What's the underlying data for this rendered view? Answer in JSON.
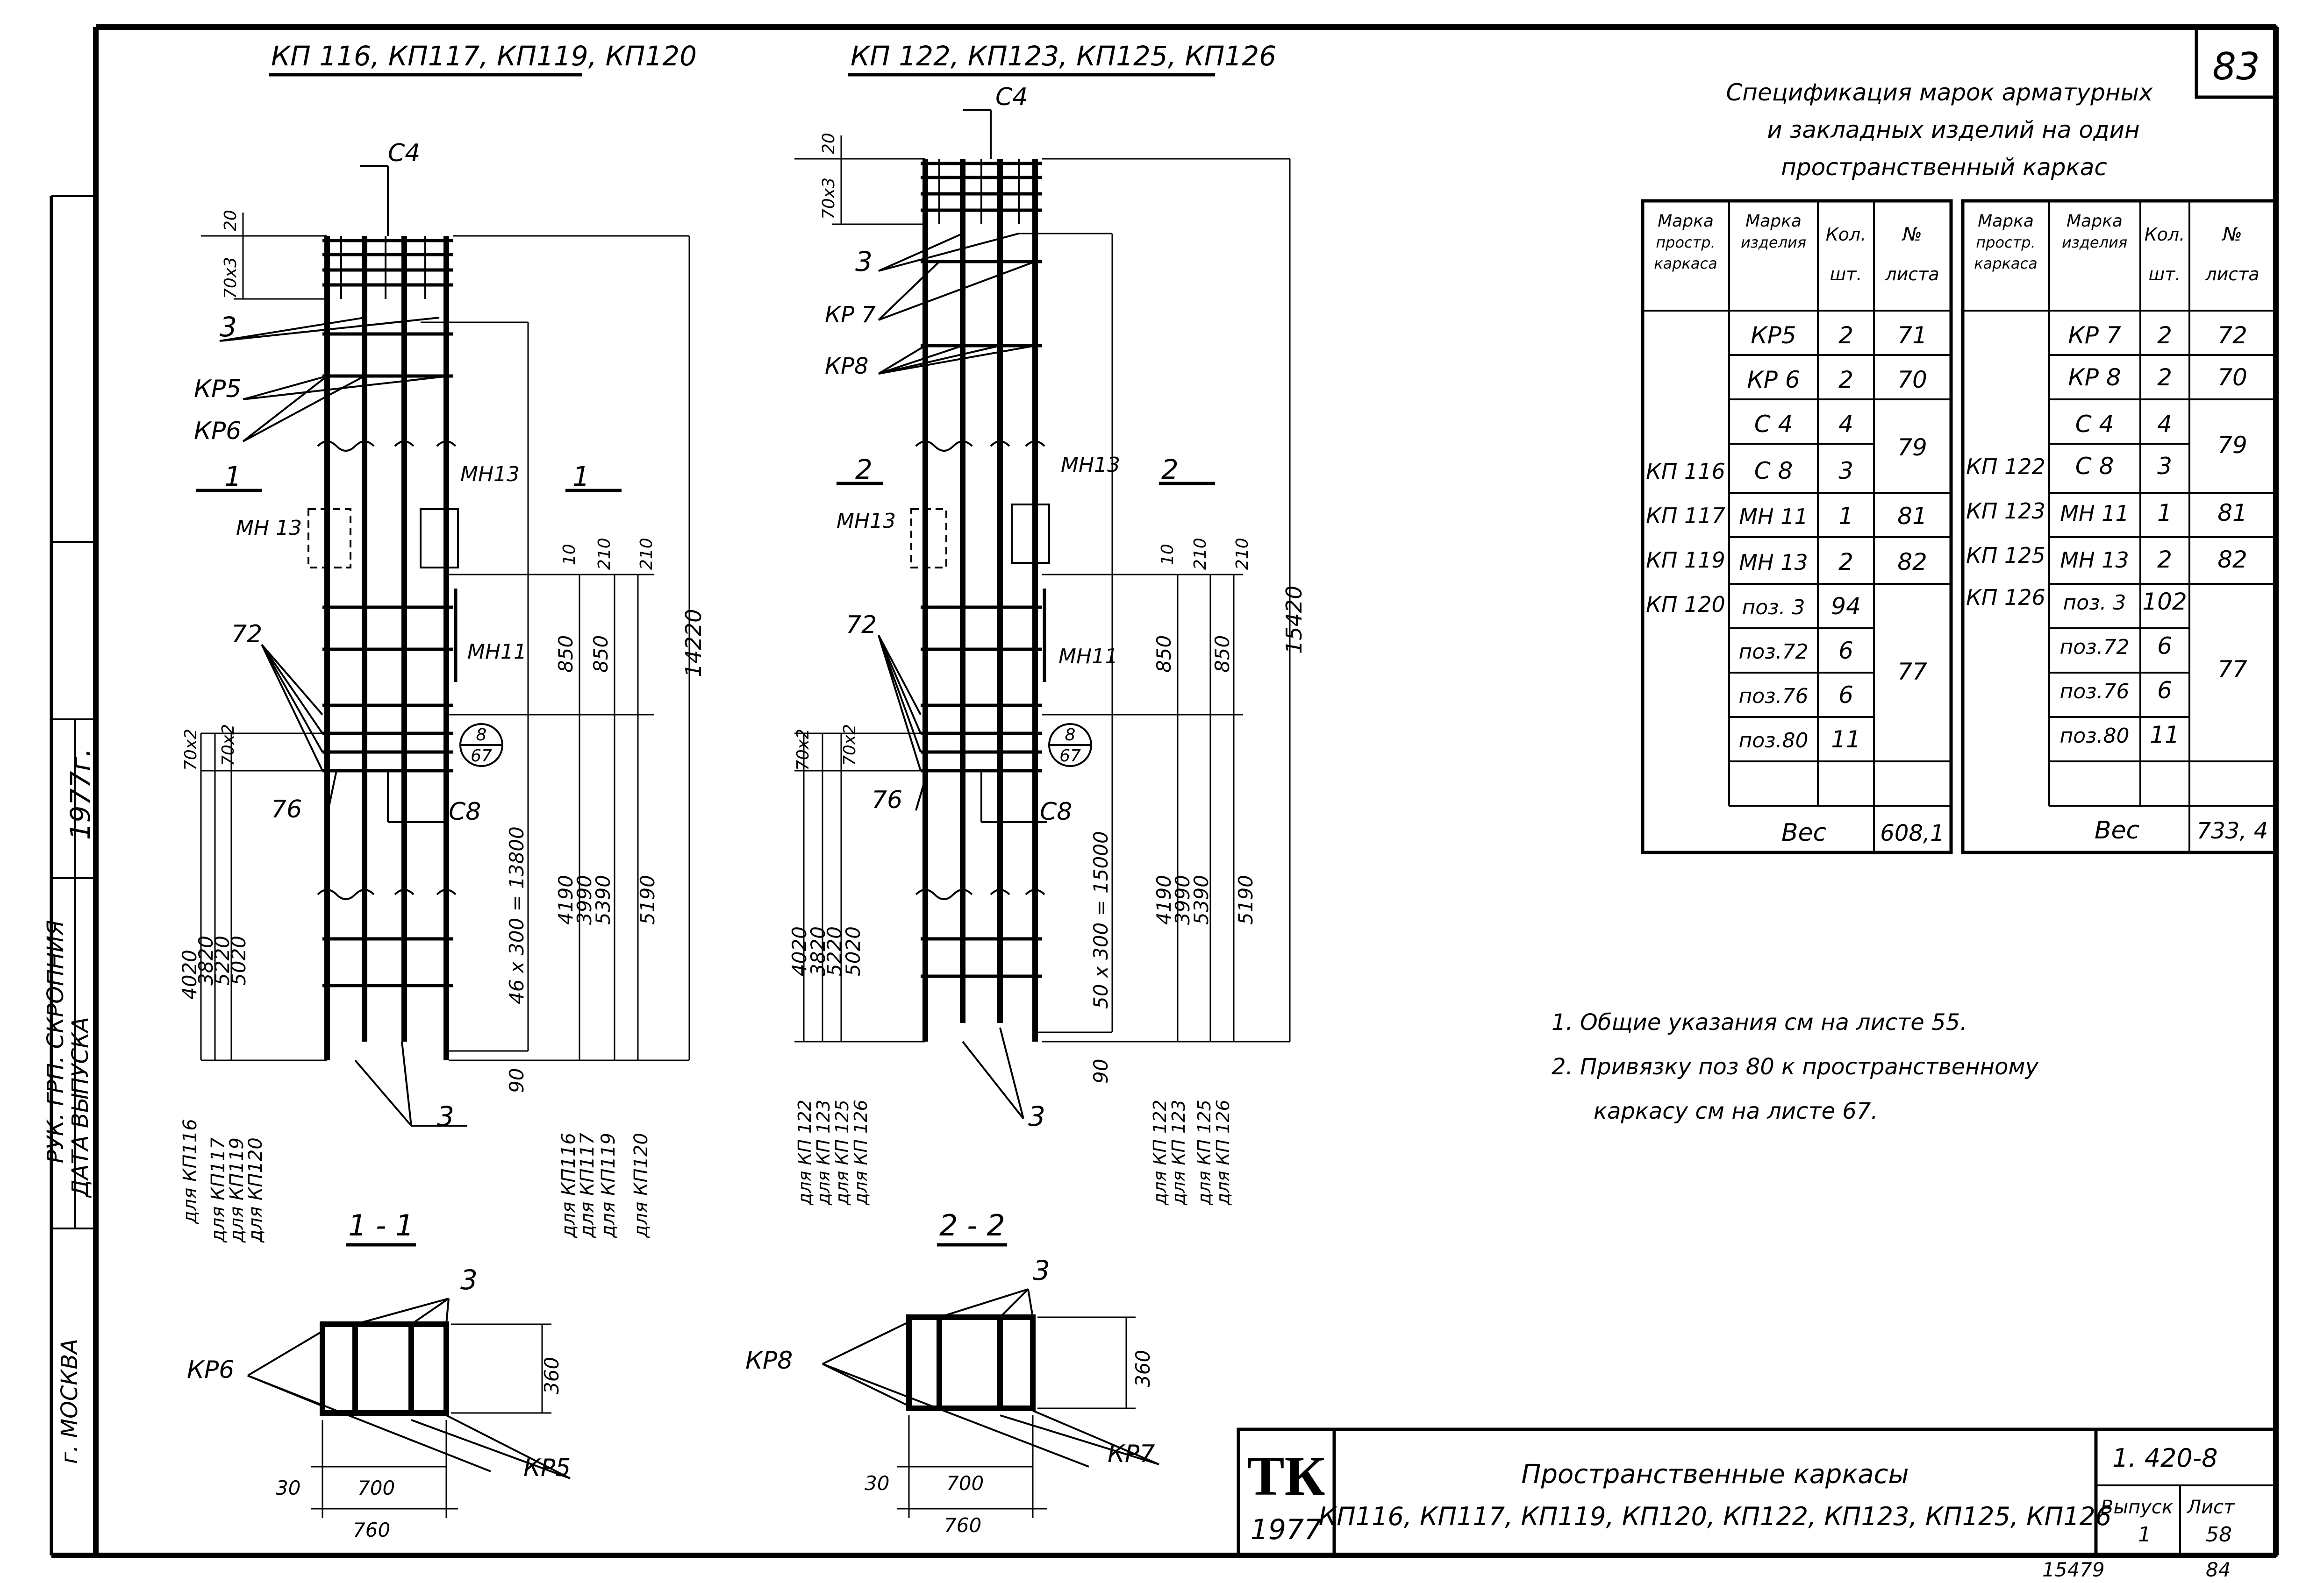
{
  "page_number": "83",
  "left_titles": {
    "kp1": "КП 116, КП117, КП119, КП120",
    "kp2": "КП 122, КП123, КП125, КП126"
  },
  "left_strip": {
    "year": "1977г.",
    "city": "г. МОСКВА",
    "release_date": "ДАТА ВЫПУСКА",
    "cut_label": "РУК. ГРП.      СКРОПНИЯ"
  },
  "spec": {
    "title_lines": [
      "Спецификация марок арматурных",
      "и закладных изделий на один",
      "пространственный каркас"
    ],
    "headers": {
      "marka_prostr": [
        "Марка",
        "простр.",
        "каркаса"
      ],
      "marka_izd": [
        "Марка",
        "изделия"
      ],
      "kol": [
        "Кол.",
        "шт."
      ],
      "list": [
        "№",
        "листа"
      ]
    },
    "left_group": "КП116 КП117 КП119 КП120",
    "left_group_lines": [
      "КП 116",
      "КП 117",
      "КП 119",
      "КП 120"
    ],
    "left_rows": [
      {
        "izd": "КР5",
        "kol": "2",
        "list": "71"
      },
      {
        "izd": "КР 6",
        "kol": "2",
        "list": "70"
      },
      {
        "izd": "С 4",
        "kol": "4",
        "list": "79"
      },
      {
        "izd": "С 8",
        "kol": "3",
        "list": ""
      },
      {
        "izd": "МН 11",
        "kol": "1",
        "list": "81"
      },
      {
        "izd": "МН 13",
        "kol": "2",
        "list": "82"
      },
      {
        "izd": "поз. 3",
        "kol": "94",
        "list": "77"
      },
      {
        "izd": "поз.72",
        "kol": "6",
        "list": ""
      },
      {
        "izd": "поз.76",
        "kol": "6",
        "list": ""
      },
      {
        "izd": "поз.80",
        "kol": "11",
        "list": ""
      }
    ],
    "left_weight_label": "Вес",
    "left_weight": "608,1",
    "right_group_lines": [
      "КП 122",
      "КП 123",
      "КП 125",
      "КП 126"
    ],
    "right_rows": [
      {
        "izd": "КР 7",
        "kol": "2",
        "list": "72"
      },
      {
        "izd": "КР 8",
        "kol": "2",
        "list": "70"
      },
      {
        "izd": "С 4",
        "kol": "4",
        "list": "79"
      },
      {
        "izd": "С 8",
        "kol": "3",
        "list": ""
      },
      {
        "izd": "МН 11",
        "kol": "1",
        "list": "81"
      },
      {
        "izd": "МН 13",
        "kol": "2",
        "list": "82"
      },
      {
        "izd": "поз. 3",
        "kol": "102",
        "list": "77"
      },
      {
        "izd": "поз.72",
        "kol": "6",
        "list": ""
      },
      {
        "izd": "поз.76",
        "kol": "6",
        "list": ""
      },
      {
        "izd": "поз.80",
        "kol": "11",
        "list": ""
      }
    ],
    "right_weight_label": "Вес",
    "right_weight": "733, 4"
  },
  "notes": [
    "1. Общие указания см на листе 55.",
    "2. Привязку поз 80 к пространственному",
    "каркасу см на листе 67."
  ],
  "title_block": {
    "logo": "ТК",
    "year": "1977",
    "title_line1": "Пространственные каркасы",
    "title_line2": "КП116, КП117, КП119, КП120, КП122, КП123, КП125, КП126",
    "code": "1. 420-8",
    "vypusk_label": "Выпуск",
    "vypusk": "1",
    "list_label": "Лист",
    "list": "58"
  },
  "footer": {
    "inv": "15479",
    "sheet": "84"
  },
  "drawing1": {
    "c4": "С4",
    "kr5": "КР5",
    "kr6": "КР6",
    "mn13a": "МН 13",
    "mn13b": "МН13",
    "mn11": "МН11",
    "c8": "С8",
    "p3": "3",
    "p72": "72",
    "p76": "76",
    "sec": "1",
    "detail_top": "8",
    "detail_bot": "67",
    "d20": "20",
    "d70x3": "70х3",
    "d70x2a": "70х2",
    "d70x2b": "70х2",
    "d4020": "4020",
    "d3820": "3820",
    "d5220": "5220",
    "d5020": "5020",
    "d46": "46 х 300 = 13800",
    "d90": "90",
    "d10": "10",
    "d210a": "210",
    "d210b": "210",
    "d850a": "850",
    "d850b": "850",
    "d4190": "4190",
    "d3990": "3990",
    "d5390": "5390",
    "d5190": "5190",
    "d14220": "14220",
    "for1": "для КП116",
    "for2": "для КП117",
    "for3": "для КП119",
    "for4": "для КП120",
    "for5": "для КП116",
    "for6": "для КП117",
    "for7": "для КП119",
    "for8": "для КП120"
  },
  "drawing2": {
    "c4": "С4",
    "kr7": "КР 7",
    "kr8": "КР8",
    "mn13a": "МН13",
    "mn13b": "МН13",
    "mn11": "МН11",
    "c8": "С8",
    "p3": "3",
    "p72": "72",
    "p76": "76",
    "sec": "2",
    "detail_top": "8",
    "detail_bot": "67",
    "d20": "20",
    "d70x3": "70х3",
    "d70x2a": "70х2",
    "d70x2b": "70х2",
    "d4020": "4020",
    "d3820": "3820",
    "d5220": "5220",
    "d5020": "5020",
    "d50": "50 х 300 = 15000",
    "d90": "90",
    "d10": "10",
    "d210a": "210",
    "d210b": "210",
    "d850a": "850",
    "d850b": "850",
    "d4190": "4190",
    "d3990": "3990",
    "d5390": "5390",
    "d5190": "5190",
    "d15420": "15420",
    "for1": "для КП 122",
    "for2": "для КП 123",
    "for3": "для КП 125",
    "for4": "для КП 126",
    "for5": "для КП 122",
    "for6": "для КП 123",
    "for7": "для КП 125",
    "for8": "для КП 126"
  },
  "section1": {
    "title": "1 - 1",
    "kr6": "КР6",
    "kr5": "КР5",
    "p3": "3",
    "d360": "360",
    "d30": "30",
    "d700": "700",
    "d760": "760"
  },
  "section2": {
    "title": "2 - 2",
    "kr8": "КР8",
    "kr7": "КР7",
    "p3": "3",
    "d360": "360",
    "d30": "30",
    "d700": "700",
    "d760": "760"
  }
}
